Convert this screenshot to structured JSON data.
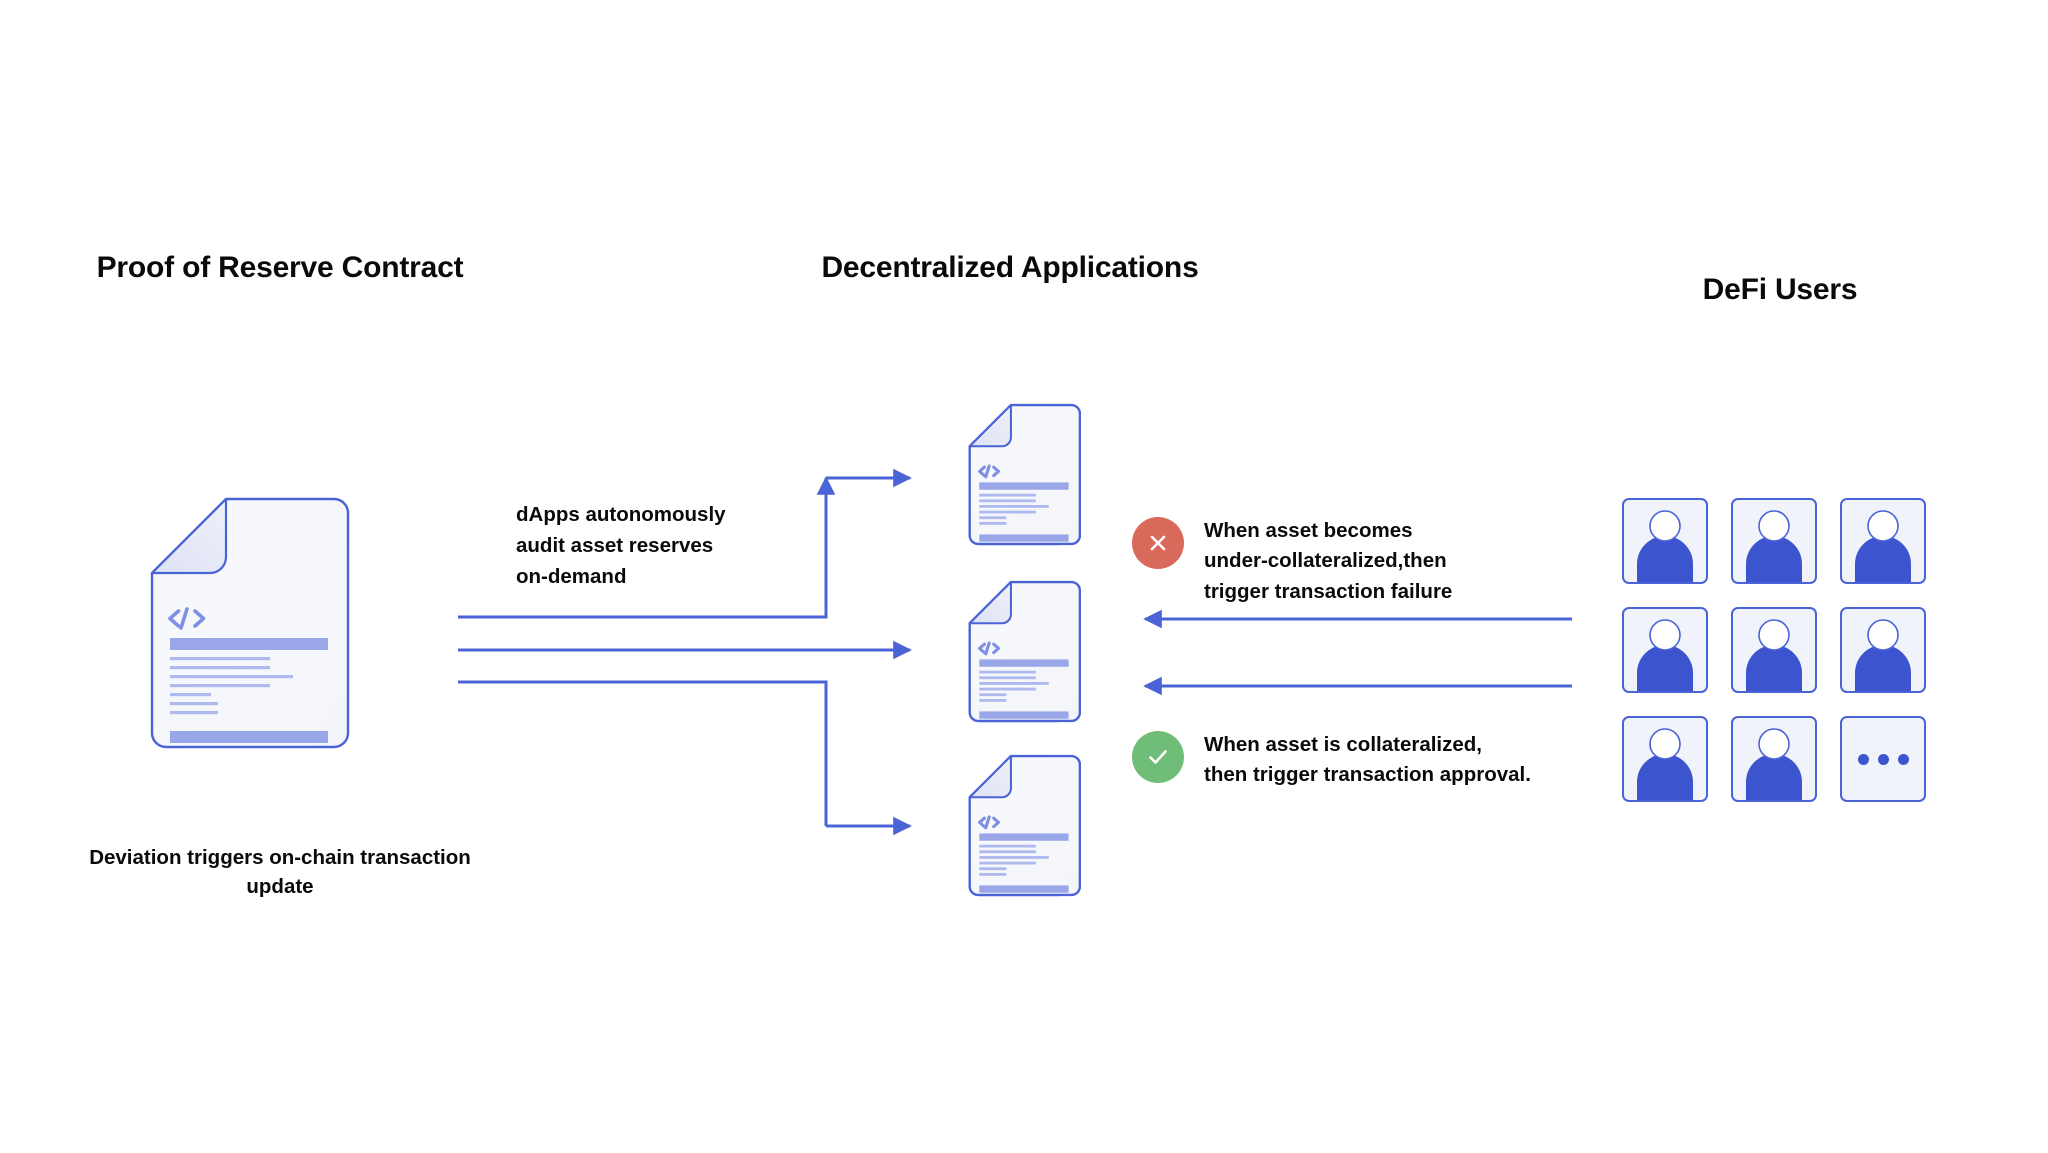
{
  "colors": {
    "blue": "#4a63d6",
    "blue_dark": "#3c55cf",
    "blue_light": "#9aa8ea",
    "tile_bg": "#f1f3fb",
    "doc_bg": "#f7f8fc",
    "fold_bg": "#e3e7f7",
    "red": "#d96a5b",
    "green": "#70bd77",
    "text": "#0a0a0a"
  },
  "columns": {
    "proof_of_reserve": {
      "title": "Proof of Reserve\nContract",
      "caption": "Deviation triggers on-chain\ntransaction update"
    },
    "decentralized_applications": {
      "title": "Decentralized\nApplications",
      "doc_count": 3
    },
    "defi_users": {
      "title": "DeFi Users",
      "avatar_count": 8,
      "ellipsis_label": "..."
    }
  },
  "flows": {
    "outbound_label": "dApps autonomously\naudit asset reserves\non-demand",
    "outbound_arrow_count": 3,
    "inbound_arrow_count": 2
  },
  "status": {
    "failure": {
      "icon": "x-circle-icon",
      "color": "#d96a5b",
      "text": "When asset becomes\nunder-collateralized,then\ntrigger transaction failure"
    },
    "approval": {
      "icon": "check-circle-icon",
      "color": "#70bd77",
      "text": "When asset is collateralized,\nthen trigger transaction approval."
    }
  },
  "document_icon": {
    "code_glyph": "</>"
  }
}
